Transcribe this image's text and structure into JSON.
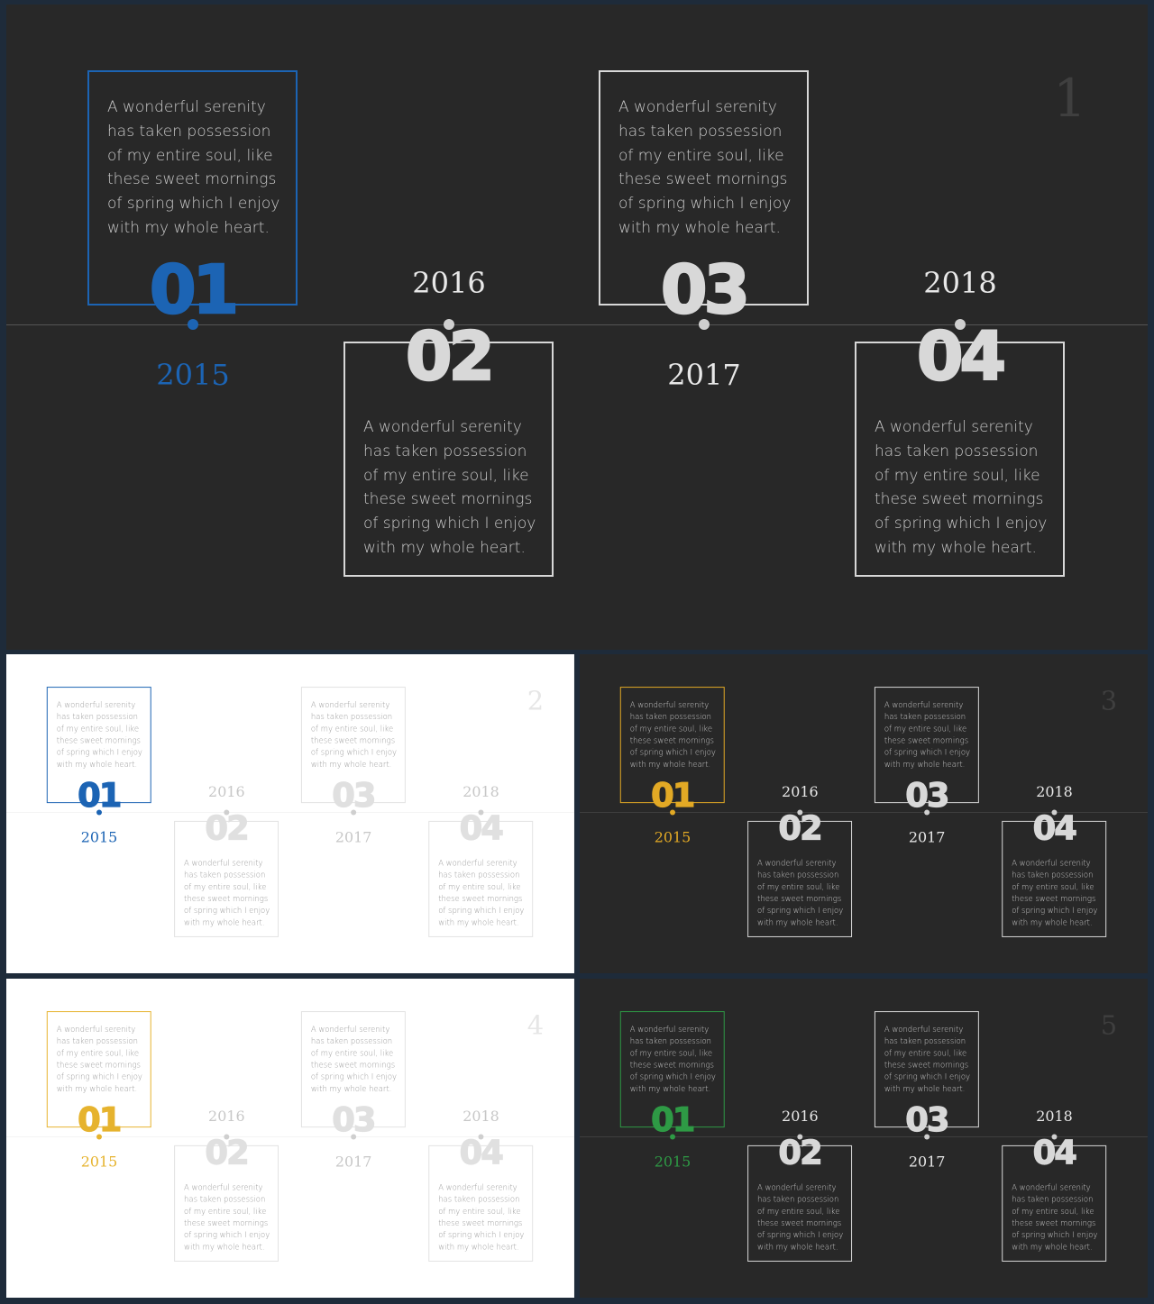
{
  "card_text": "A wonderful serenity has taken possession of my entire soul, like these sweet mornings of spring which I enjoy with my whole heart.",
  "milestones": [
    {
      "number": "01",
      "year": "2015"
    },
    {
      "number": "02",
      "year": "2016"
    },
    {
      "number": "03",
      "year": "2017"
    },
    {
      "number": "04",
      "year": "2018"
    }
  ],
  "slides": [
    {
      "label": "1",
      "theme": "dark",
      "accent": "#1c64b4"
    },
    {
      "label": "2",
      "theme": "light",
      "accent": "#1c64b4"
    },
    {
      "label": "3",
      "theme": "dark",
      "accent": "#e2a925"
    },
    {
      "label": "4",
      "theme": "light",
      "accent": "#e6b32e"
    },
    {
      "label": "5",
      "theme": "dark",
      "accent": "#2e9a45"
    }
  ]
}
